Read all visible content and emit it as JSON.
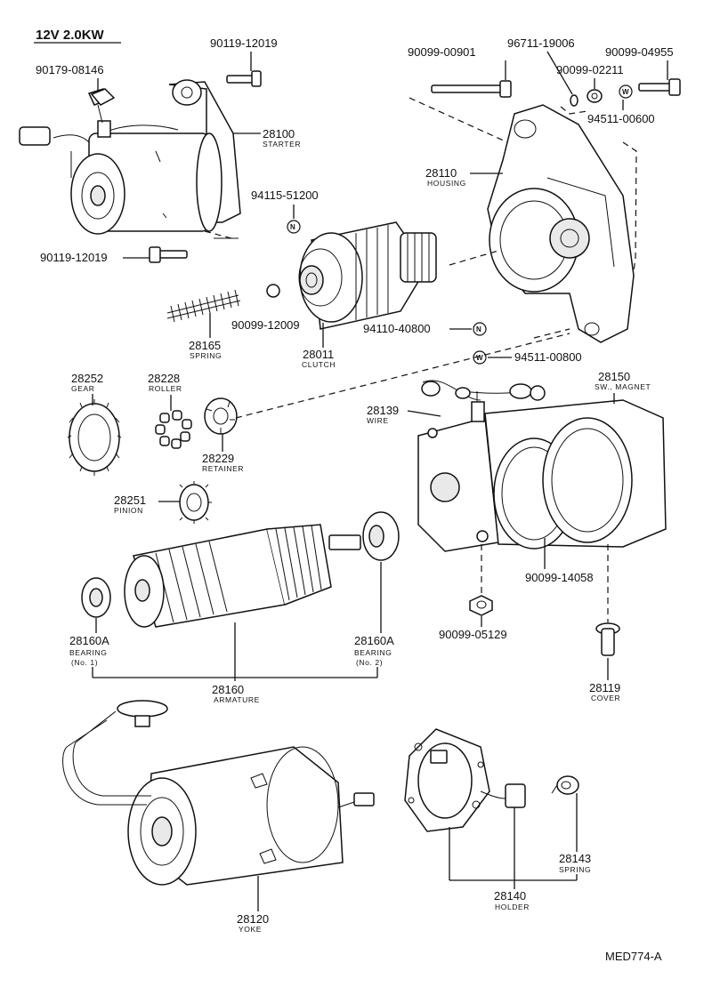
{
  "header": {
    "spec": "12V 2.0KW"
  },
  "footer": {
    "code": "MED774-A"
  },
  "parts": {
    "p28100": {
      "number": "28100",
      "name": "STARTER"
    },
    "p28110": {
      "number": "28110",
      "name": "HOUSING"
    },
    "p28011": {
      "number": "28011",
      "name": "CLUTCH"
    },
    "p28165": {
      "number": "28165",
      "name": "SPRING"
    },
    "p28252": {
      "number": "28252",
      "name": "GEAR"
    },
    "p28228": {
      "number": "28228",
      "name": "ROLLER"
    },
    "p28229": {
      "number": "28229",
      "name": "RETAINER"
    },
    "p28251": {
      "number": "28251",
      "name": "PINION"
    },
    "p28150": {
      "number": "28150",
      "name": "SW., MAGNET"
    },
    "p28139": {
      "number": "28139",
      "name": "WIRE"
    },
    "p28160A_1": {
      "number": "28160A",
      "name": "BEARING",
      "sub": "(No. 1)"
    },
    "p28160A_2": {
      "number": "28160A",
      "name": "BEARING",
      "sub": "(No. 2)"
    },
    "p28160": {
      "number": "28160",
      "name": "ARMATURE"
    },
    "p28119": {
      "number": "28119",
      "name": "COVER"
    },
    "p28120": {
      "number": "28120",
      "name": "YOKE"
    },
    "p28140": {
      "number": "28140",
      "name": "HOLDER"
    },
    "p28143": {
      "number": "28143",
      "name": "SPRING"
    }
  },
  "fasteners": {
    "f1": "90119-12019",
    "f2": "90179-08146",
    "f3": "90119-12019",
    "f4": "90099-00901",
    "f5": "96711-19006",
    "f6": "90099-04955",
    "f7": "90099-02211",
    "f8": "94511-00600",
    "f9": "94115-51200",
    "f10": "90099-12009",
    "f11": "94110-40800",
    "f12": "94511-00800",
    "f13": "90099-14058",
    "f14": "90099-05129"
  },
  "badges": {
    "n": "N",
    "w": "W"
  }
}
